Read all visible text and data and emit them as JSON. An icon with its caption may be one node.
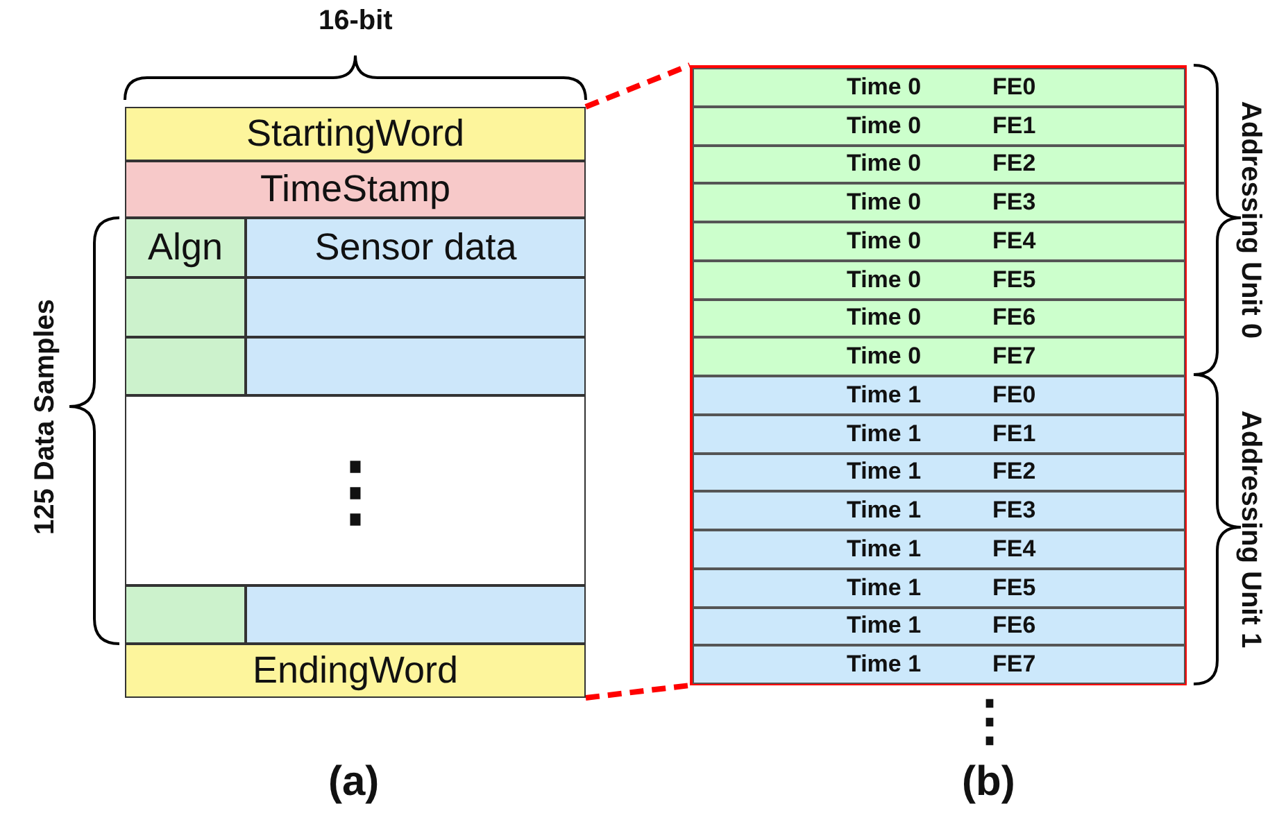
{
  "diagram": {
    "nodes": [
      {
        "text": [
          "StartingWord"
        ]
      },
      {
        "text": [
          "TimeStamp"
        ]
      },
      {
        "text": [
          "Algn"
        ]
      },
      {
        "text": [
          "Sensor data"
        ]
      },
      {
        "text": [],
        "shape": "box"
      },
      {
        "text": [],
        "shape": "box"
      },
      {
        "text": [],
        "shape": "box"
      },
      {
        "text": [],
        "shape": "box"
      },
      {
        "text": [
          "⋮"
        ]
      },
      {
        "text": [],
        "shape": "box"
      },
      {
        "text": [],
        "shape": "box"
      },
      {
        "text": [
          "EndingWord"
        ]
      },
      {
        "text": [],
        "shape": "box"
      },
      {
        "text": [
          "Time 0",
          "FE0"
        ],
        "in": 12
      },
      {
        "text": [
          "Time 0",
          "FE1"
        ],
        "in": 12
      },
      {
        "text": [
          "Time 0",
          "FE2"
        ],
        "in": 12
      },
      {
        "text": [
          "Time 0",
          "FE3"
        ],
        "in": 12
      },
      {
        "text": [
          "Time 0",
          "FE4"
        ],
        "in": 12
      },
      {
        "text": [
          "Time 0",
          "FE5"
        ],
        "in": 12
      },
      {
        "text": [
          "Time 0",
          "FE6"
        ],
        "in": 12
      },
      {
        "text": [
          "Time 0",
          "FE7"
        ],
        "in": 12
      },
      {
        "text": [
          "Time 1",
          "FE0"
        ],
        "in": 12
      },
      {
        "text": [
          "Time 1",
          "FE1"
        ],
        "in": 12
      },
      {
        "text": [
          "Time 1",
          "FE2"
        ],
        "in": 12
      },
      {
        "text": [
          "Time 1",
          "FE3"
        ],
        "in": 12
      },
      {
        "text": [
          "Time 1",
          "FE4"
        ],
        "in": 12
      },
      {
        "text": [
          "Time 1",
          "FE5"
        ],
        "in": 12
      },
      {
        "text": [
          "Time 1",
          "FE6"
        ],
        "in": 12
      },
      {
        "text": [
          "Time 1",
          "FE7"
        ],
        "in": 12
      }
    ],
    "edges": [
      {
        "from": 0,
        "to": 12,
        "arrow": "none",
        "style": "dashed",
        "color": "#ff0000"
      },
      {
        "from": 11,
        "to": 12,
        "arrow": "none",
        "style": "dashed",
        "color": "#ff0000"
      }
    ],
    "labels": [
      "16-bit",
      "125 Data Samples",
      "Addressing Unit 0",
      "Addressing Unit 1",
      "⋮",
      "(a)",
      "(b)"
    ]
  }
}
